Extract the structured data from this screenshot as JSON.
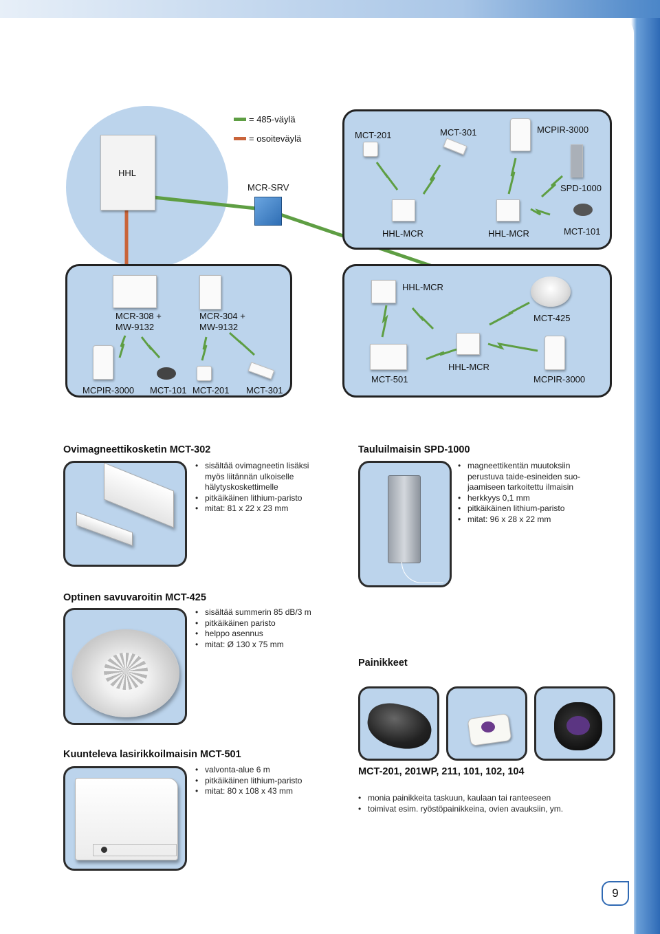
{
  "diagram": {
    "legend": {
      "bus": "= 485-väylä",
      "address": "= osoiteväylä"
    },
    "labels": {
      "hhl": "HHL",
      "mcr_srv": "MCR-SRV",
      "tr_mct201": "MCT-201",
      "tr_mct301": "MCT-301",
      "tr_mcpir3000": "MCPIR-3000",
      "tr_spd1000": "SPD-1000",
      "tr_hhlmcr1": "HHL-MCR",
      "tr_hhlmcr2": "HHL-MCR",
      "tr_mct101": "MCT-101",
      "bl_mcr308": "MCR-308 +\nMW-9132",
      "bl_mcr304": "MCR-304 +\nMW-9132",
      "bl_mcpir3000": "MCPIR-3000",
      "bl_mct101": "MCT-101",
      "bl_mct201": "MCT-201",
      "bl_mct301": "MCT-301",
      "br_hhlmcr1": "HHL-MCR",
      "br_mct425": "MCT-425",
      "br_mct501": "MCT-501",
      "br_hhlmcr2": "HHL-MCR",
      "br_mcpir3000": "MCPIR-3000"
    },
    "colors": {
      "bus": "#5e9e43",
      "address": "#c9643a",
      "panel": "#bcd4ec",
      "wireless": "#5e9e43"
    }
  },
  "sections": {
    "mct302": {
      "title": "Ovimagneettikosketin MCT-302",
      "bullets": [
        "sisältää ovimagneetin lisäksi myös liitännän ulkoiselle hälytyskoskettimelle",
        "pitkäikäinen lithium-paristo",
        "mitat: 81 x 22 x 23 mm"
      ]
    },
    "spd1000": {
      "title": "Tauluilmaisin SPD-1000",
      "bullets": [
        "magneettikentän muutoksiin perustuva taide-esineiden suo-jaamiseen tarkoitettu ilmaisin",
        "herkkyys 0,1 mm",
        "pitkäikäinen lithium-paristo",
        "mitat: 96 x 28 x 22 mm"
      ]
    },
    "mct425": {
      "title": "Optinen savuvaroitin MCT-425",
      "bullets": [
        "sisältää summerin 85 dB/3 m",
        "pitkäikäinen paristo",
        "helppo asennus",
        "mitat: Ø 130 x 75 mm"
      ]
    },
    "painikkeet": {
      "title": "Painikkeet",
      "models": "MCT-201, 201WP, 211, 101, 102, 104",
      "bullets": [
        "monia painikkeita taskuun, kaulaan tai ranteeseen",
        "toimivat esim. ryöstöpainikkeina, ovien avauksiin, ym."
      ]
    },
    "mct501": {
      "title": "Kuunteleva lasirikkoilmaisin MCT-501",
      "bullets": [
        "valvonta-alue 6 m",
        "pitkäikäinen lithium-paristo",
        "mitat: 80 x 108 x 43 mm"
      ]
    }
  },
  "page_number": "9"
}
